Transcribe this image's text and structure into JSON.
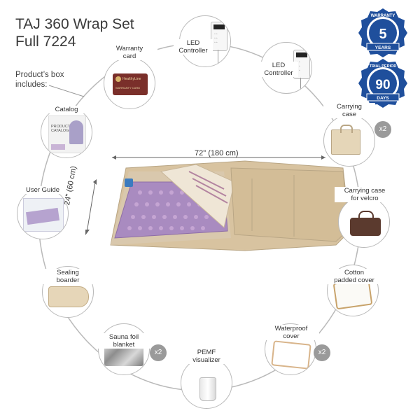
{
  "title_line1": "TAJ 360 Wrap Set",
  "title_line2": "Full 7224",
  "box_note_line1": "Product’s box",
  "box_note_line2": "includes:",
  "dimensions": {
    "length": "72\" (180 cm)",
    "width": "24\" (60 cm)"
  },
  "seals": {
    "warranty": {
      "top": "WARRANTY",
      "number": "5",
      "bottom": "YEARS"
    },
    "trial": {
      "top": "TRIAL PERIOD",
      "number": "90",
      "bottom": "DAYS"
    }
  },
  "items": {
    "warranty_card": {
      "label_line1": "Warranty",
      "label_line2": "card",
      "card_brand": "HealthyLine",
      "card_text": "WARRANTY CARD"
    },
    "led_left": {
      "label_line1": "LED",
      "label_line2": "Controller"
    },
    "led_right": {
      "label_line1": "LED",
      "label_line2": "Controller"
    },
    "catalog": {
      "label": "Catalog",
      "cover_line1": "PRODUCT",
      "cover_line2": "CATALOG"
    },
    "carrying_case": {
      "label_line1": "Carrying",
      "label_line2": "case",
      "qty": "x2"
    },
    "user_guide": {
      "label": "User Guide"
    },
    "velcro_case": {
      "label_line1": "Carrying case",
      "label_line2": "for velcro"
    },
    "sealing_border": {
      "label_line1": "Sealing",
      "label_line2": "boarder"
    },
    "cotton_cover": {
      "label_line1": "Cotton",
      "label_line2": "padded cover"
    },
    "sauna_foil": {
      "label_line1": "Sauna foil",
      "label_line2": "blanket",
      "qty": "x2"
    },
    "waterproof_cover": {
      "label_line1": "Waterproof",
      "label_line2": "cover",
      "qty": "x2"
    },
    "pemf": {
      "label_line1": "PEMF",
      "label_line2": "visualizer"
    }
  },
  "colors": {
    "ring": "#b9b9b9",
    "seal_blue": "#1f4f9c",
    "mat_tan": "#d8c3a0",
    "mat_purple": "#a98bc0",
    "case_brown": "#5b3a2e"
  }
}
